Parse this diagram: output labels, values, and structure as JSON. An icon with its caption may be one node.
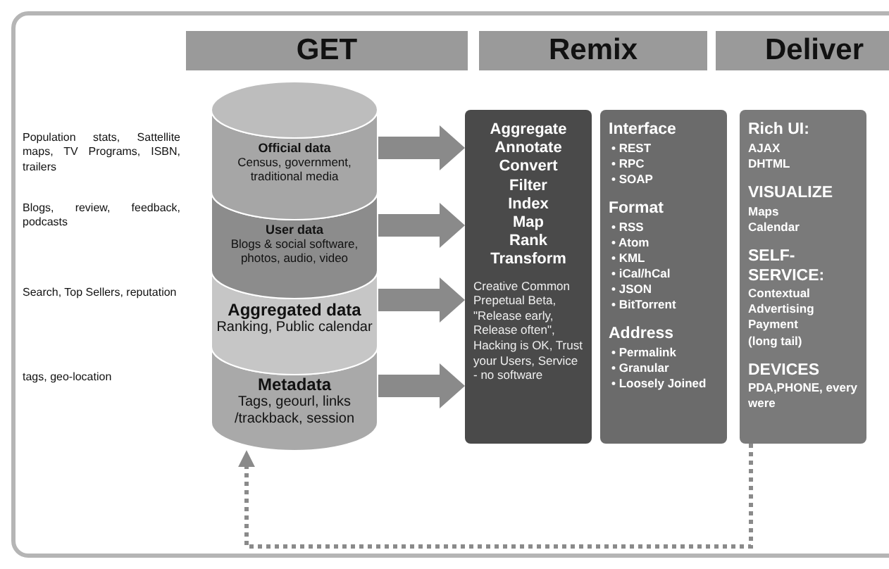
{
  "diagram": {
    "nodes": [
      {
        "text": [
          "GET"
        ]
      },
      {
        "text": [
          "Remix"
        ]
      },
      {
        "text": [
          "Deliver"
        ]
      },
      {
        "text": [
          "Official data",
          "Census, government, traditional media"
        ]
      },
      {
        "text": [
          "User data",
          "Blogs & social software, photos, audio, video"
        ]
      },
      {
        "text": [
          "Aggregated data",
          "Ranking, Public calendar"
        ]
      },
      {
        "text": [
          "Metadata",
          "Tags, geourl, links /trackback, session"
        ]
      },
      {
        "text": [
          "Aggregate",
          "Annotate",
          "Convert",
          "Filter",
          "Index",
          "Map",
          "Rank",
          "Transform",
          "Creative Common Prepetual Beta, \"Release early, Release often\", Hacking is OK, Trust your Users, Service - no software"
        ]
      },
      {
        "text": [
          "Interface",
          "• REST",
          "• RPC",
          "• SOAP",
          "Format",
          "• RSS",
          "• Atom",
          "• KML",
          "• iCal/hCal",
          "• JSON",
          "• BitTorrent",
          "Address",
          "• Permalink",
          "• Granular",
          "• Loosely Joined"
        ]
      },
      {
        "text": [
          "Rich UI:",
          "AJAX",
          "DHTML",
          "VISUALIZE",
          "Maps",
          "Calendar",
          "SELF-SERVICE:",
          "Contextual",
          "Advertising",
          "Payment",
          "(long tail)",
          "DEVICES",
          "PDA,PHONE, every were"
        ]
      }
    ],
    "edges": [
      {
        "from": 3,
        "to": 7,
        "arrow": "to",
        "style": "thick"
      },
      {
        "from": 4,
        "to": 7,
        "arrow": "to",
        "style": "thick"
      },
      {
        "from": 5,
        "to": 7,
        "arrow": "to",
        "style": "thick"
      },
      {
        "from": 6,
        "to": 7,
        "arrow": "to",
        "style": "thick"
      },
      {
        "from": 9,
        "to": 6,
        "arrow": "to",
        "style": "dashed"
      }
    ],
    "labels": [
      "Population stats, Sattellite maps, TV Programs, ISBN, trailers",
      "Blogs, review, feedback, podcasts",
      "Search, Top Sellers, reputation",
      "tags, geo-location"
    ]
  }
}
